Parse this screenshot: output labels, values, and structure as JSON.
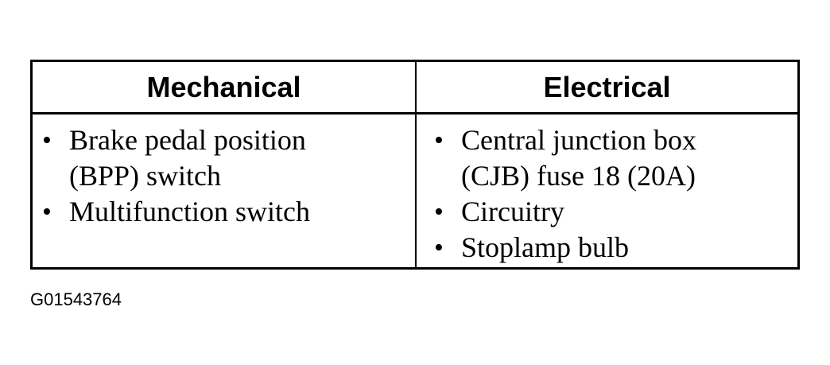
{
  "table": {
    "columns": [
      {
        "header": "Mechanical",
        "items": [
          "Brake pedal position\n(BPP) switch",
          "Multifunction switch"
        ]
      },
      {
        "header": "Electrical",
        "items": [
          "Central junction box\n(CJB) fuse 18 (20A)",
          "Circuitry",
          "Stoplamp bulb"
        ]
      }
    ],
    "bullet_glyph": "•"
  },
  "figure_id": "G01543764"
}
